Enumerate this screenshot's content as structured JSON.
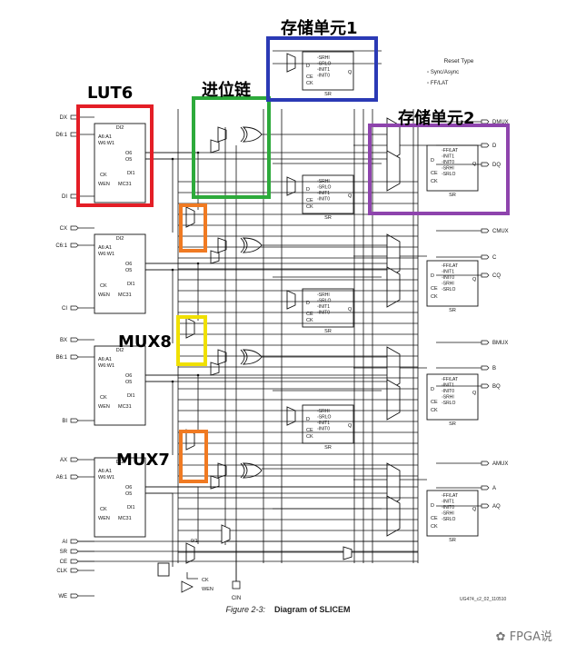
{
  "callouts": {
    "storage1": "存储单元1",
    "carry": "进位链",
    "lut6": "LUT6",
    "storage2": "存储单元2",
    "mux8": "MUX8",
    "mux7": "MUX7"
  },
  "caption": {
    "prefix": "Figure 2-3:",
    "title": "Diagram of SLICEM"
  },
  "reset": {
    "title": "Reset Type",
    "opt1": "Sync/Async",
    "opt2": "FF/LAT"
  },
  "docid": "UG474_c2_02_110510",
  "watermark": "FPGA说",
  "inputs": [
    "DX",
    "D6:1",
    "DI",
    "CX",
    "C6:1",
    "CI",
    "BX",
    "B6:1",
    "BI",
    "AX",
    "A6:1",
    "AI",
    "SR",
    "CE",
    "CLK",
    "WE"
  ],
  "outputs": [
    "DMUX",
    "D",
    "DQ",
    "CMUX",
    "C",
    "CQ",
    "BMUX",
    "B",
    "BQ",
    "AMUX",
    "A",
    "AQ"
  ],
  "lut_pins": {
    "di2": "DI2",
    "a": "A6:A1",
    "w": "W6:W1",
    "o6": "O6",
    "o5": "O5",
    "ck": "CK",
    "di1": "DI1",
    "wen": "WEN",
    "mc31": "MC31"
  },
  "ff_pins": {
    "d": "D",
    "ce": "CE",
    "ck": "CK",
    "sr": "SR",
    "q": "Q"
  },
  "ff_attrs": [
    "SRHI",
    "SRLO",
    "INIT1",
    "INIT0"
  ],
  "ff_attrs2": [
    "FF/LAT",
    "INIT1",
    "INIT0",
    "SRHI",
    "SRLO"
  ],
  "misc": {
    "zero_one": "0/1",
    "cin": "CIN",
    "ck": "CK",
    "wen": "WEN"
  },
  "colors": {
    "lut6": "#e41e26",
    "carry": "#2daa3b",
    "storage1": "#2b3ab5",
    "storage2": "#8e44ad",
    "mux": "#f07a22",
    "mux8": "#f0e000"
  }
}
